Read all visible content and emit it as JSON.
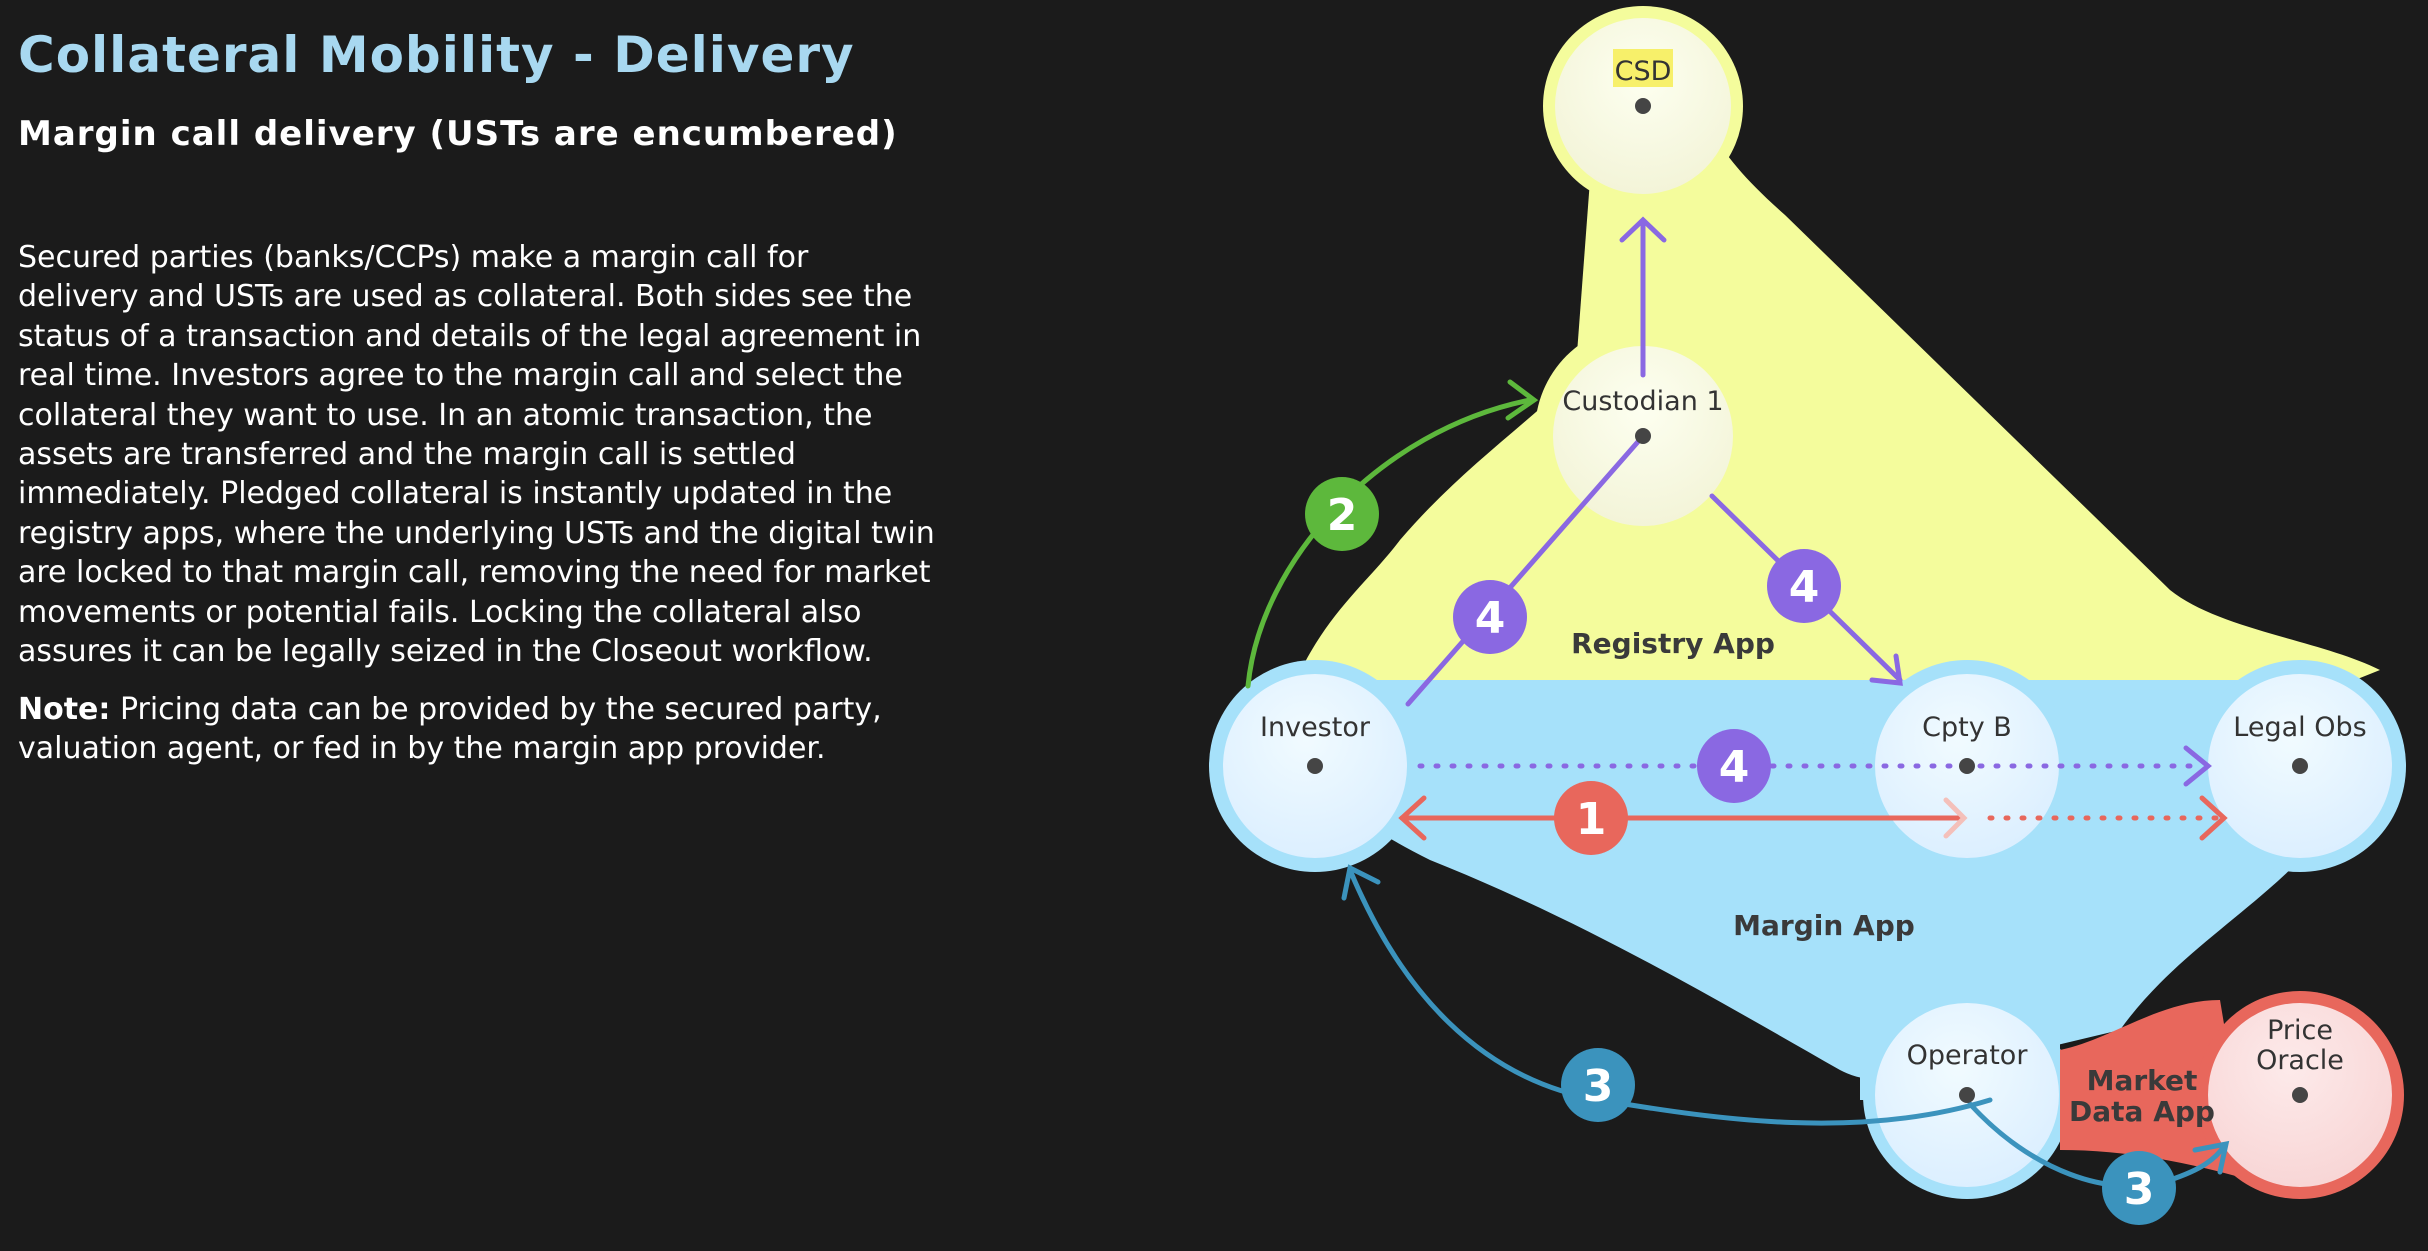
{
  "header": {
    "title": "Collateral Mobility - Delivery",
    "subtitle": "Margin call delivery (USTs are encumbered)"
  },
  "description": "Secured parties (banks/CCPs) make a margin call for delivery and USTs are used as collateral. Both sides see the status of a transaction and details of the legal agreement in real time. Investors agree to the margin call and select the collateral they want to use. In an atomic transaction, the assets are transferred and the margin call is settled immediately. Pledged collateral is instantly updated in the registry apps, where the underlying USTs and the digital twin are locked to that margin call, removing the need for market movements or potential fails. Locking the collateral also assures it can be legally seized in the Closeout workflow.",
  "note": {
    "label": "Note:",
    "text": " Pricing data can be provided by the secured party, valuation agent, or fed in by the margin app provider."
  },
  "diagram": {
    "nodes": {
      "csd": "CSD",
      "custodian": "Custodian 1",
      "investor": "Investor",
      "cpty_b": "Cpty B",
      "legal_obs": "Legal Obs",
      "operator": "Operator",
      "price_oracle_line1": "Price",
      "price_oracle_line2": "Oracle"
    },
    "regions": {
      "registry_app": "Registry App",
      "margin_app": "Margin App",
      "market_data_app_line1": "Market",
      "market_data_app_line2": "Data App"
    },
    "steps": {
      "step1": "1",
      "step2": "2",
      "step3a": "3",
      "step3b": "3",
      "step4a": "4",
      "step4b": "4",
      "step4c": "4"
    },
    "colors": {
      "registry": "#f4fc9c",
      "margin": "#a6e1fa",
      "market_data": "#e8675c",
      "step1": "#e8675c",
      "step2": "#5db83c",
      "step3": "#3b93bd",
      "step4": "#8a68e2",
      "csd_highlight": "#f7f06a"
    }
  }
}
